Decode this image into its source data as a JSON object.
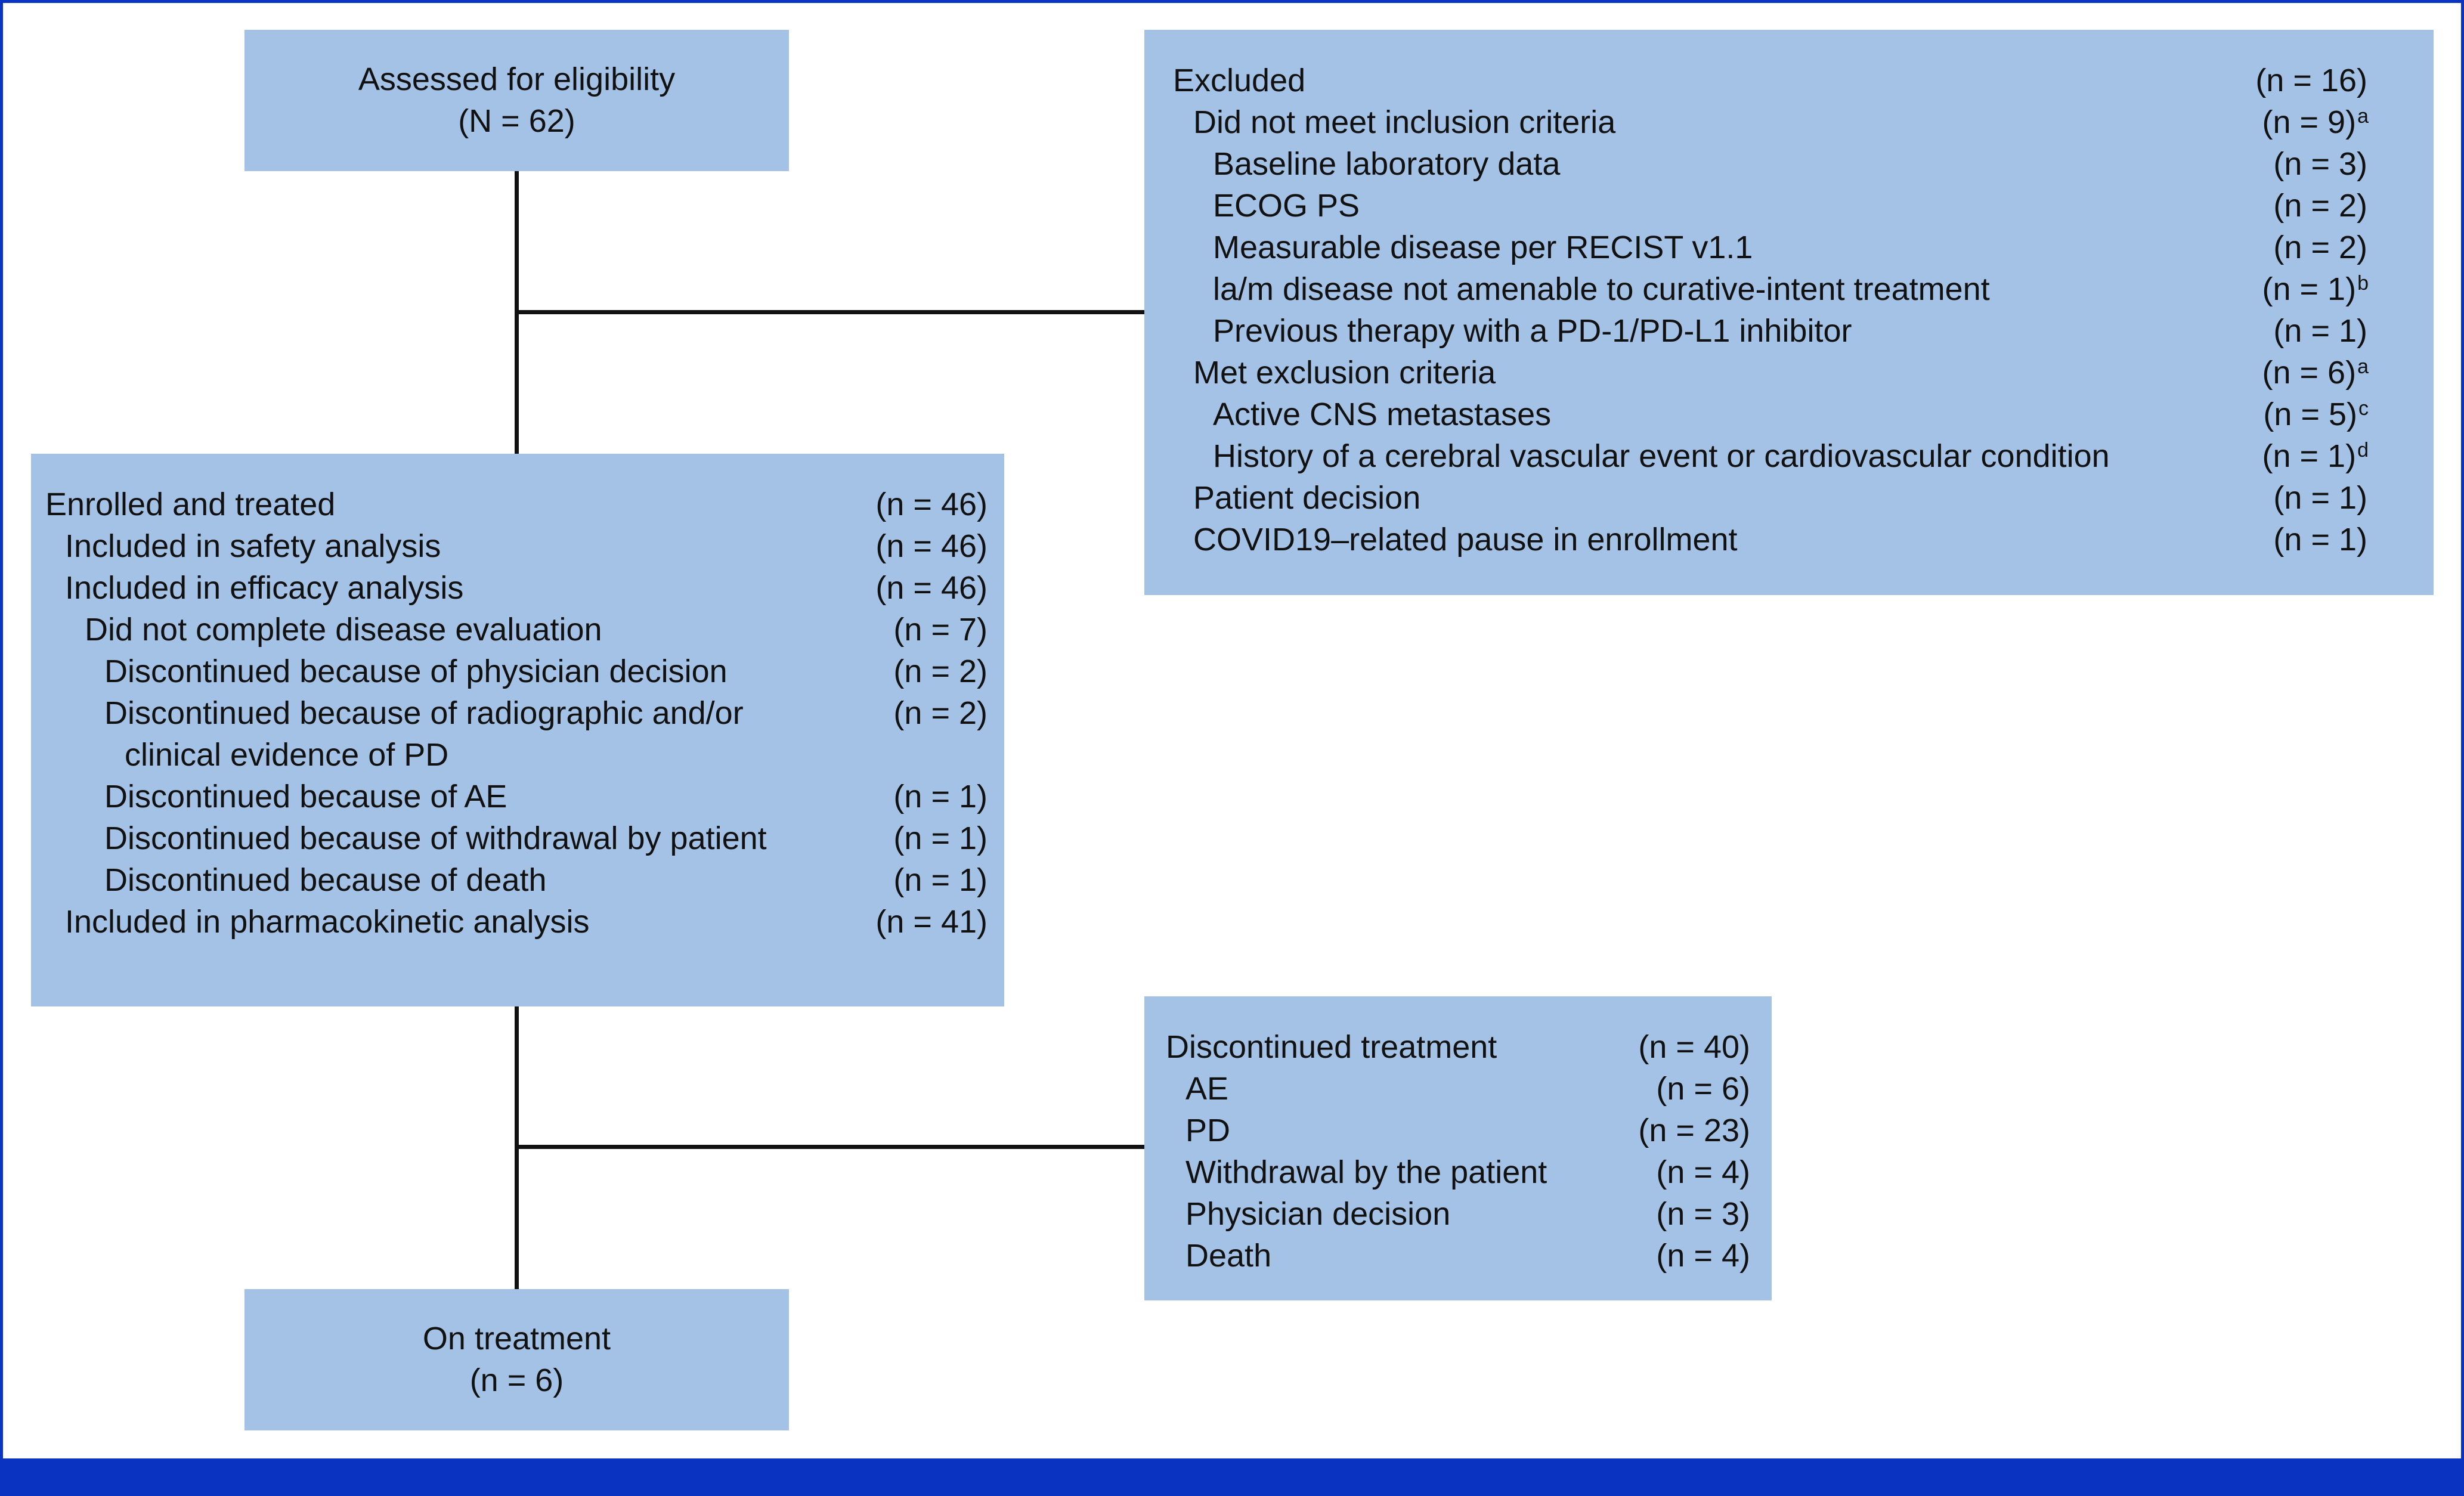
{
  "diagram": {
    "assessed": {
      "title": "Assessed for eligibility",
      "count": "(N = 62)"
    },
    "excluded": {
      "rows": [
        {
          "label": "Excluded",
          "count": "(n = 16)",
          "sup": ""
        },
        {
          "label": "Did not meet inclusion criteria",
          "count": "(n = 9)",
          "sup": "a"
        },
        {
          "label": "Baseline laboratory data",
          "count": "(n = 3)",
          "sup": ""
        },
        {
          "label": "ECOG PS",
          "count": "(n = 2)",
          "sup": ""
        },
        {
          "label": "Measurable disease per RECIST v1.1",
          "count": "(n = 2)",
          "sup": ""
        },
        {
          "label": "la/m disease not amenable to curative-intent treatment",
          "count": "(n = 1)",
          "sup": "b"
        },
        {
          "label": "Previous therapy with a PD-1/PD-L1 inhibitor",
          "count": "(n = 1)",
          "sup": ""
        },
        {
          "label": "Met exclusion criteria",
          "count": "(n = 6)",
          "sup": "a"
        },
        {
          "label": "Active CNS metastases",
          "count": "(n = 5)",
          "sup": "c"
        },
        {
          "label": "History of a cerebral vascular event or cardiovascular condition",
          "count": "(n = 1)",
          "sup": "d"
        },
        {
          "label": "Patient decision",
          "count": "(n = 1)",
          "sup": ""
        },
        {
          "label": "COVID19–related pause in enrollment",
          "count": "(n = 1)",
          "sup": ""
        }
      ]
    },
    "enrolled": {
      "rows": [
        {
          "label": "Enrolled and treated",
          "count": "(n = 46)"
        },
        {
          "label": "Included in safety analysis",
          "count": "(n = 46)"
        },
        {
          "label": "Included in efficacy analysis",
          "count": "(n = 46)"
        },
        {
          "label": "Did not complete disease evaluation",
          "count": "(n = 7)"
        },
        {
          "label": "Discontinued because of physician decision",
          "count": "(n = 2)"
        },
        {
          "label": "Discontinued because of radiographic and/or",
          "count": "(n = 2)"
        },
        {
          "label": "clinical evidence of PD",
          "count": ""
        },
        {
          "label": "Discontinued because of AE",
          "count": "(n = 1)"
        },
        {
          "label": "Discontinued because of withdrawal by patient",
          "count": "(n = 1)"
        },
        {
          "label": "Discontinued because of death",
          "count": "(n = 1)"
        },
        {
          "label": "Included in pharmacokinetic analysis",
          "count": "(n = 41)"
        }
      ]
    },
    "discontinued": {
      "rows": [
        {
          "label": "Discontinued treatment",
          "count": "(n = 40)"
        },
        {
          "label": "AE",
          "count": "(n = 6)"
        },
        {
          "label": "PD",
          "count": "(n = 23)"
        },
        {
          "label": "Withdrawal by the patient",
          "count": "(n = 4)"
        },
        {
          "label": "Physician decision",
          "count": "(n = 3)"
        },
        {
          "label": "Death",
          "count": "(n = 4)"
        }
      ]
    },
    "on_treatment": {
      "title": "On treatment",
      "count": "(n = 6)"
    }
  }
}
